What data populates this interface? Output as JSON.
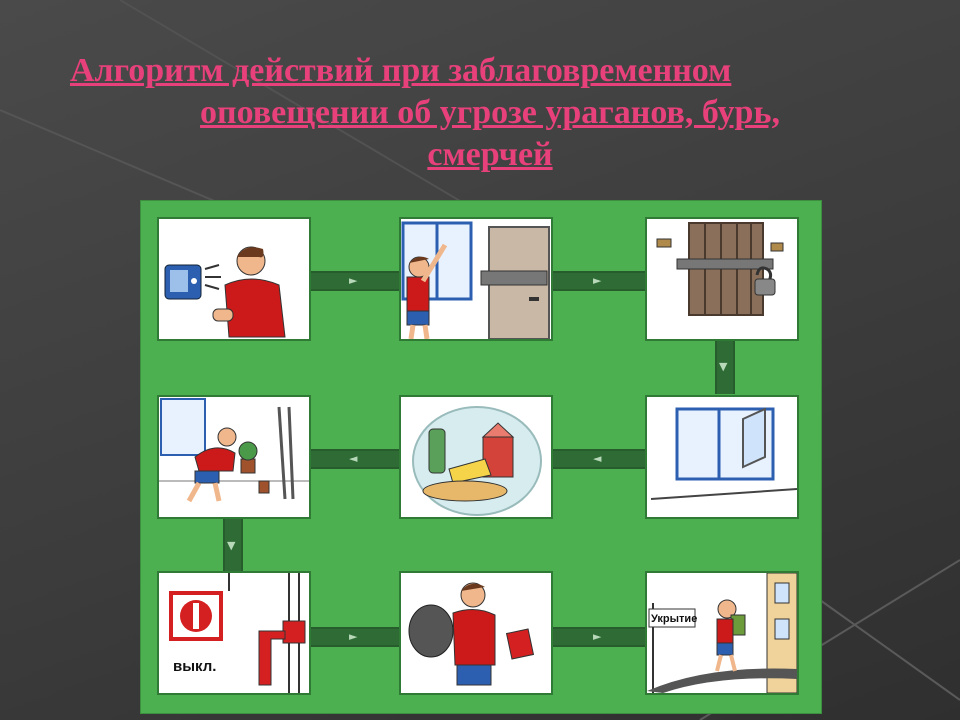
{
  "slide": {
    "title_line1": "Алгоритм действий при заблаговременном",
    "title_line2": "оповещении об угрозе ураганов, бурь,",
    "title_line3": "смерчей"
  },
  "panels": [
    {
      "label": ""
    },
    {
      "label": ""
    },
    {
      "label": ""
    },
    {
      "label": ""
    },
    {
      "label": ""
    },
    {
      "label": ""
    },
    {
      "label": "выкл."
    },
    {
      "label": ""
    },
    {
      "label": "Укрытие"
    }
  ],
  "colors": {
    "title": "#e8407a",
    "board": "#4caf50",
    "connector": "#2e6b35"
  }
}
